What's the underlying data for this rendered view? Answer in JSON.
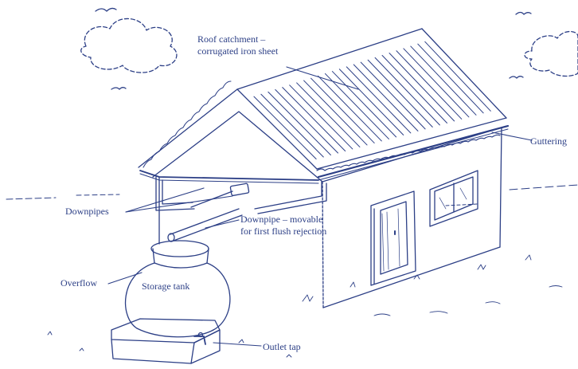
{
  "diagram": {
    "ink_color": "#2c3f86",
    "labels": {
      "roof_line1": "Roof catchment –",
      "roof_line2": "corrugated iron sheet",
      "guttering": "Guttering",
      "downpipes": "Downpipes",
      "downpipe_movable_line1": "Downpipe – movable",
      "downpipe_movable_line2": "for first flush rejection",
      "overflow": "Overflow",
      "storage_tank": "Storage tank",
      "outlet_tap": "Outlet tap"
    }
  }
}
